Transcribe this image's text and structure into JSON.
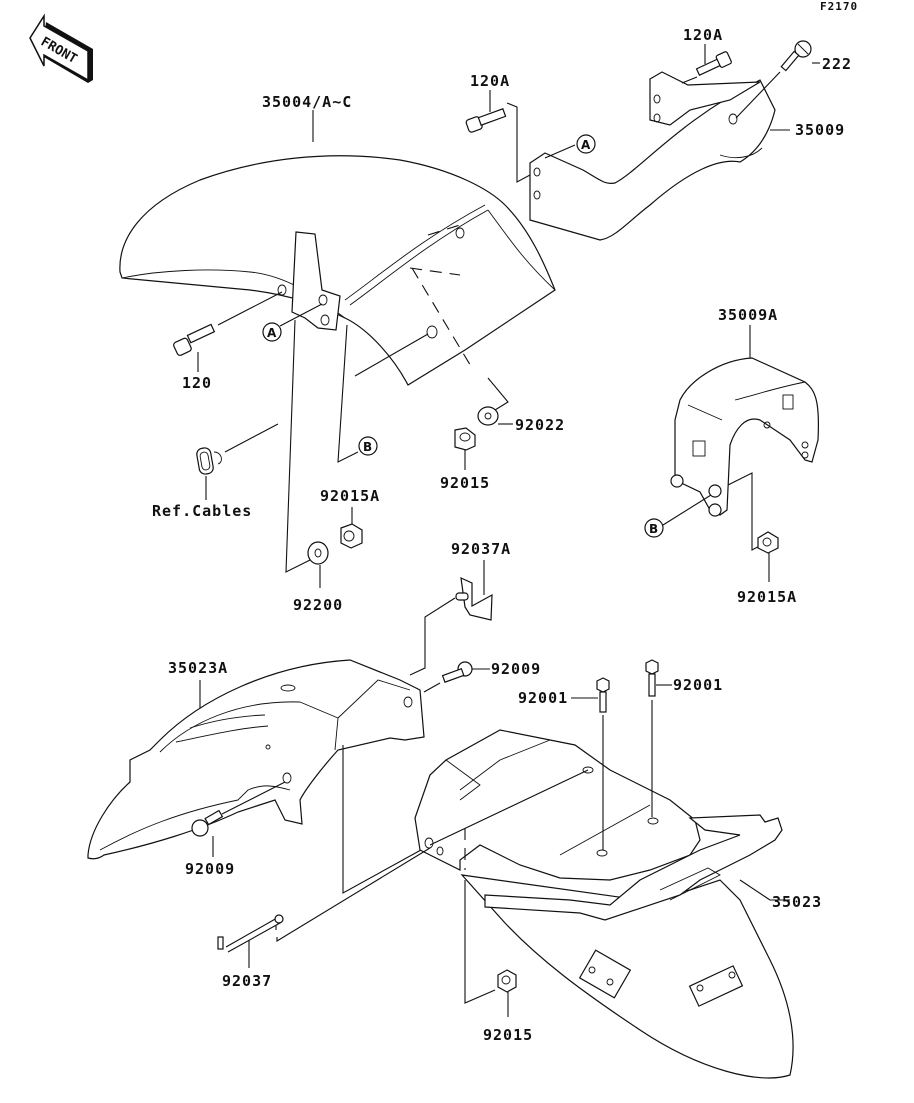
{
  "diagram": {
    "code": "F2170",
    "front_arrow_label": "FRONT",
    "parts": [
      {
        "id": "35004",
        "label": "35004/A~C",
        "name": "front fender"
      },
      {
        "id": "120A_left",
        "label": "120A"
      },
      {
        "id": "120A_right",
        "label": "120A"
      },
      {
        "id": "222",
        "label": "222"
      },
      {
        "id": "35009",
        "label": "35009",
        "name": "front fender bracket"
      },
      {
        "id": "120",
        "label": "120"
      },
      {
        "id": "92022",
        "label": "92022"
      },
      {
        "id": "92015_top",
        "label": "92015"
      },
      {
        "id": "35009A",
        "label": "35009A",
        "name": "fender stay"
      },
      {
        "id": "ref_cables",
        "label": "Ref.Cables"
      },
      {
        "id": "92015A_mid",
        "label": "92015A"
      },
      {
        "id": "92200",
        "label": "92200"
      },
      {
        "id": "92015A_right",
        "label": "92015A"
      },
      {
        "id": "92037A",
        "label": "92037A"
      },
      {
        "id": "35023A",
        "label": "35023A",
        "name": "rear inner fender"
      },
      {
        "id": "92009_top",
        "label": "92009"
      },
      {
        "id": "92001_left",
        "label": "92001"
      },
      {
        "id": "92001_right",
        "label": "92001"
      },
      {
        "id": "92009_bottom",
        "label": "92009"
      },
      {
        "id": "35023",
        "label": "35023",
        "name": "rear fender"
      },
      {
        "id": "92037",
        "label": "92037"
      },
      {
        "id": "92015_bottom",
        "label": "92015"
      }
    ],
    "reference_marks": {
      "A": "A",
      "B": "B"
    }
  }
}
